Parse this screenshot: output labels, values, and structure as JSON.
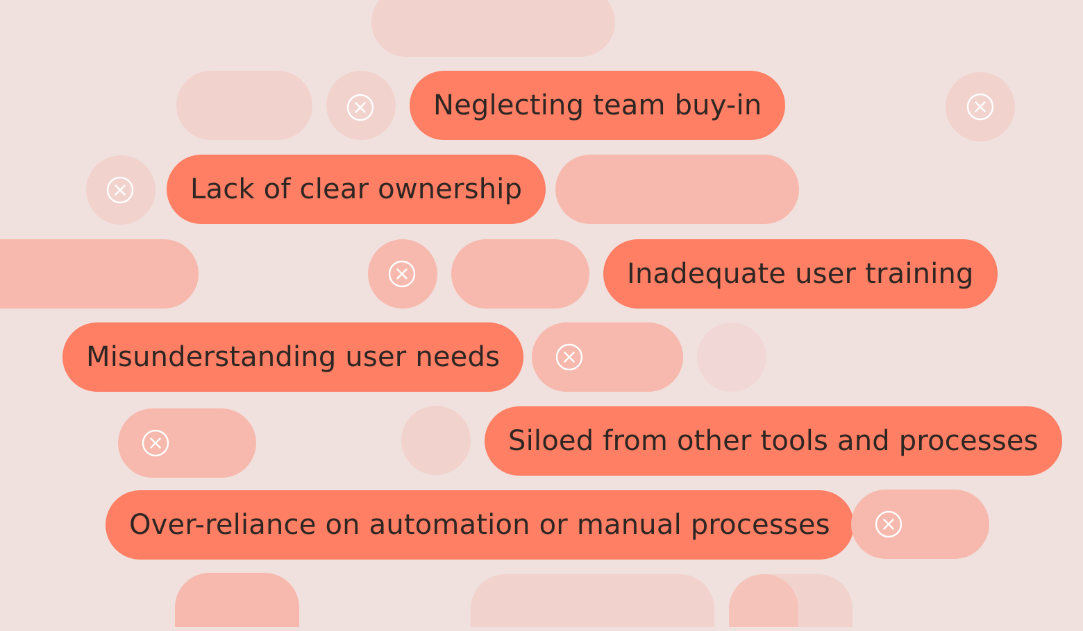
{
  "labels": {
    "neglecting": "Neglecting team buy-in",
    "ownership": "Lack of clear ownership",
    "training": "Inadequate user training",
    "needs": "Misunderstanding user needs",
    "siloed": "Siloed from other tools and processes",
    "overreliance": "Over-reliance on automation or manual processes"
  },
  "colors": {
    "background": "#f0e1df",
    "pill_pale": "#f2d2cd",
    "pill_mid": "#f7b9ad",
    "pill_accent": "#ff7f65",
    "text": "#2e2623",
    "icon_stroke": "#ffffff"
  },
  "icon": "close-circle-icon"
}
